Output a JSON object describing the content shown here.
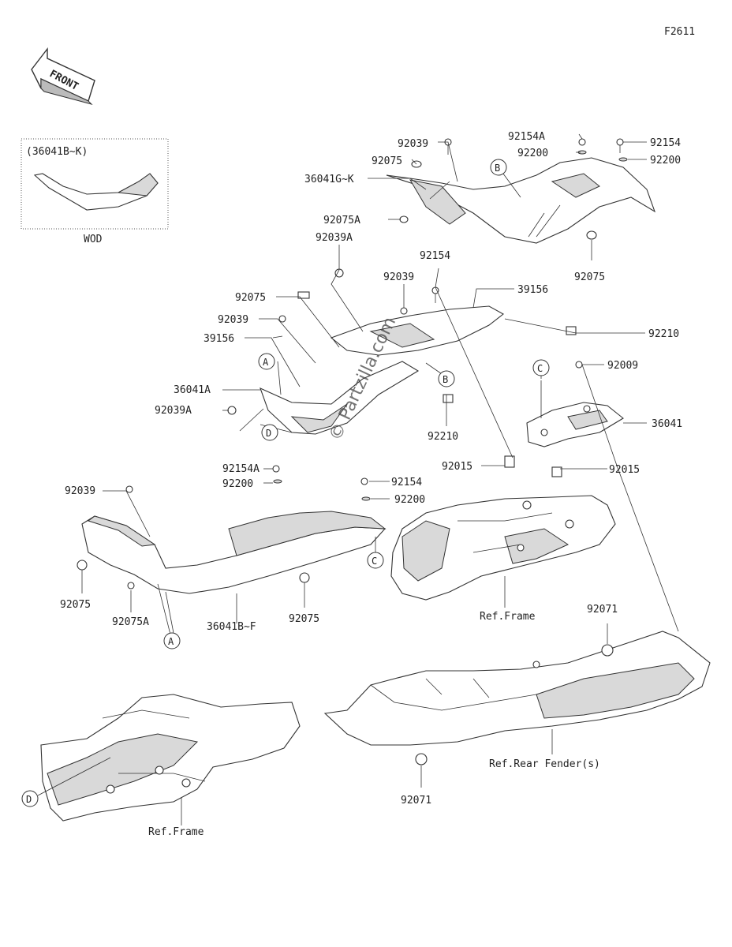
{
  "page_code": "F2611",
  "front_label": "FRONT",
  "inset": {
    "title": "(36041B~K)",
    "caption": "WOD"
  },
  "watermark": "© Partzilla.com",
  "ref_labels": {
    "frame_upper": "Ref.Frame",
    "frame_lower": "Ref.Frame",
    "rear_fender": "Ref.Rear Fender(s)"
  },
  "parts": {
    "p92039_top": "92039",
    "p92075_top": "92075",
    "p36041GK": "36041G~K",
    "p92075A_top": "92075A",
    "p92039A_top": "92039A",
    "p92154A_top": "92154A",
    "p92200_top": "92200",
    "p92154_tr": "92154",
    "p92200_tr": "92200",
    "p92075_right": "92075",
    "p92154_mid": "92154",
    "p92039_mid": "92039",
    "p39156_right": "39156",
    "p92210_right": "92210",
    "p92075_left": "92075",
    "p92039_left": "92039",
    "p39156_left": "39156",
    "p36041A": "36041A",
    "p92039A_left": "92039A",
    "p92210_mid": "92210",
    "p92009": "92009",
    "p36041": "36041",
    "p92015_left": "92015",
    "p92015_right": "92015",
    "p92154A_mid": "92154A",
    "p92200_mid": "92200",
    "p92154_c": "92154",
    "p92200_c": "92200",
    "p92039_low": "92039",
    "p92075_low1": "92075",
    "p92075A_low": "92075A",
    "p36041BF": "36041B~F",
    "p92075_low2": "92075",
    "p92071_top": "92071",
    "p92071_bottom": "92071"
  },
  "callouts": {
    "a_top": "A",
    "a_bottom": "A",
    "b_top": "B",
    "b_mid": "B",
    "c_top": "C",
    "c_bottom": "C",
    "d_top": "D",
    "d_bottom": "D"
  }
}
